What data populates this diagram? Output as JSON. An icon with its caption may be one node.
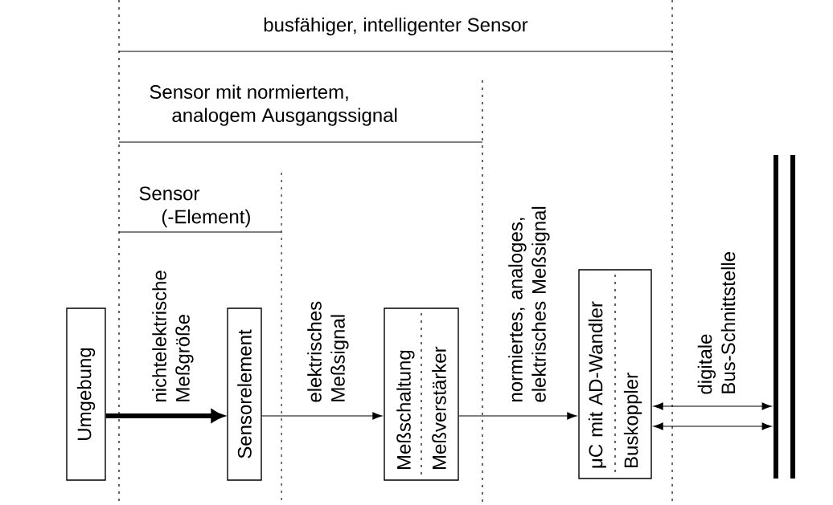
{
  "diagram": {
    "nodes": [
      {
        "text": [
          "Umgebung"
        ]
      },
      {
        "text": [
          "Sensorelement"
        ]
      },
      {
        "text": [
          "Meßschaltung",
          "Meßverstärker"
        ]
      },
      {
        "text": [
          "μC mit AD-Wandler",
          "Buskoppler"
        ]
      },
      {
        "text": [],
        "shape": "bar"
      }
    ],
    "edges": [
      {
        "from": 0,
        "to": 1,
        "arrow": "to",
        "style": "thick",
        "label": "nichtelektrische Meßgröße"
      },
      {
        "from": 1,
        "to": 2,
        "arrow": "to",
        "label": "elektrisches Meßsignal"
      },
      {
        "from": 2,
        "to": 3,
        "arrow": "to",
        "label": "normiertes, analoges, elektrisches Meßsignal"
      },
      {
        "from": 3,
        "to": 4,
        "arrow": "both"
      },
      {
        "from": 3,
        "to": 4,
        "arrow": "both"
      }
    ],
    "labels": [
      "busfähiger, intelligenter Sensor",
      "Sensor mit normiertem, analogem Ausgangssignal",
      "Sensor (-Element)",
      "digitale Bus-Schnittstelle"
    ]
  }
}
